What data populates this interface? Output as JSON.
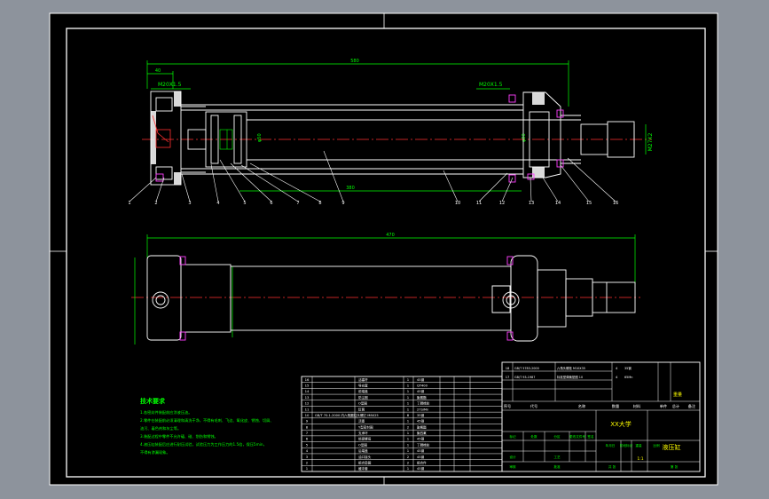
{
  "drawing": {
    "thread_top_left": "M20X1.5",
    "thread_top_right": "M20X1.5",
    "thread_right": "M27X2",
    "overall_length_top": "580",
    "overall_length_front": "470",
    "dim_stroke": "380",
    "balloons": [
      "1",
      "2",
      "3",
      "4",
      "5",
      "6",
      "7",
      "8",
      "9",
      "10",
      "11",
      "12",
      "13",
      "14",
      "15",
      "16"
    ],
    "colors": {
      "background": "#000000",
      "frame": "#ffffff",
      "dimension": "#00ff00",
      "centerline": "#ff3030",
      "seal": "#ff40ff",
      "viewport_bg": "#8d939c"
    }
  },
  "tech_req": {
    "title": "技术要求",
    "lines": [
      "1.各密封件装配前应涂液压油。",
      "2.零件在装配前必须清理和清洗干净，不得有毛刺、飞边、氧化皮、锈蚀、切屑、",
      "油污、着色剂和灰尘等。",
      "3.装配过程中零件不允许磕、碰、划伤和锈蚀。",
      "4.液压缸装配后应进行耐压试验，试验压力为工作压力的1.5倍，保压5min，",
      "不得有渗漏现象。"
    ]
  },
  "bom": {
    "rows": [
      [
        "16",
        "活塞杆",
        "1",
        "45钢"
      ],
      [
        "15",
        "导向套",
        "1",
        "QT400"
      ],
      [
        "14",
        "前端盖",
        "1",
        "45钢"
      ],
      [
        "13",
        "防尘圈",
        "1",
        "聚氨酯"
      ],
      [
        "12",
        "O型圈",
        "1",
        "丁腈橡胶"
      ],
      [
        "11",
        "缸筒",
        "1",
        "27SiMn"
      ],
      [
        "10",
        "GB/T 70.1-2000 内六角圆柱头螺钉 M8X25",
        "8",
        "35钢"
      ],
      [
        "9",
        "活塞",
        "1",
        "45钢"
      ],
      [
        "8",
        "Y型密封圈",
        "2",
        "聚氨酯"
      ],
      [
        "7",
        "支承环",
        "1",
        "聚四氟"
      ],
      [
        "6",
        "锁紧螺母",
        "1",
        "45钢"
      ],
      [
        "5",
        "O型圈",
        "1",
        "丁腈橡胶"
      ],
      [
        "4",
        "后端盖",
        "1",
        "45钢"
      ],
      [
        "3",
        "油口接头",
        "2",
        "45钢"
      ],
      [
        "2",
        "组合垫圈",
        "2",
        "组合件"
      ],
      [
        "1",
        "缓冲套",
        "1",
        "45钢"
      ]
    ],
    "std_rows": [
      [
        "18",
        "GB/T 5783-2000",
        "六角头螺栓 M10X35",
        "4",
        "35钢"
      ],
      [
        "17",
        "GB/T 93-1987",
        "标准型弹簧垫圈 10",
        "4",
        "65Mn"
      ]
    ],
    "header": [
      "序号",
      "代号",
      "名称",
      "数量",
      "材料",
      "单件",
      "总计",
      "备注"
    ],
    "weight_header": "重量"
  },
  "title_block": {
    "drawing_title": "液压缸",
    "company": "XX大学",
    "sheet": "1:1",
    "labels": [
      "标记",
      "处数",
      "分区",
      "更改文件号",
      "签名",
      "年月日",
      "设计",
      "审核",
      "工艺",
      "批准",
      "阶段标记",
      "重量",
      "比例",
      "共 张",
      "第 张"
    ]
  }
}
